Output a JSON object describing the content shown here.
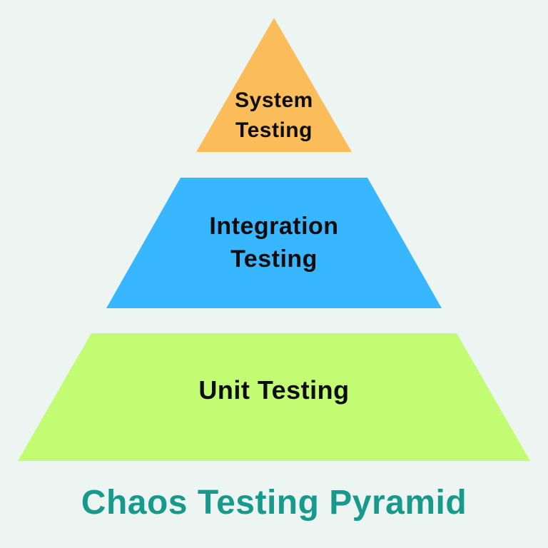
{
  "canvas": {
    "background_color": "#ECF5F1"
  },
  "title": {
    "text": "Chaos Testing Pyramid",
    "color": "#17998C"
  },
  "label_text_color": "#0D0D0D",
  "layers": [
    {
      "name": "System Testing",
      "line1": "System",
      "line2": "Testing",
      "color": "#FBBD59",
      "shape": "triangle",
      "level": 1
    },
    {
      "name": "Integration Testing",
      "line1": "Integration",
      "line2": "Testing",
      "color": "#38B6FF",
      "shape": "trapezoid",
      "level": 2
    },
    {
      "name": "Unit Testing",
      "line1": "Unit Testing",
      "line2": "",
      "color": "#C1FC72",
      "shape": "trapezoid",
      "level": 3
    }
  ]
}
